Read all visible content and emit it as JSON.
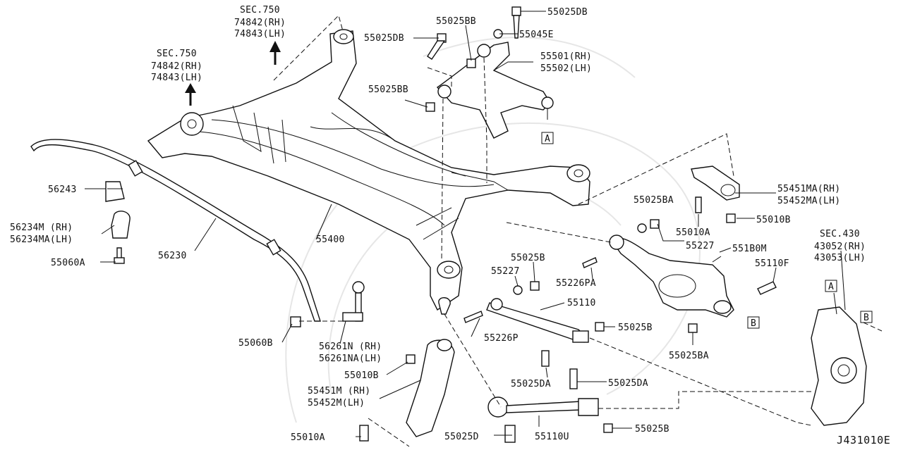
{
  "diagram": {
    "drawing_code": "J431010E",
    "callouts": [
      {
        "id": "sec750_upper",
        "lines": [
          "SEC.750",
          "74842(RH)",
          "74843(LH)"
        ]
      },
      {
        "id": "sec750_left",
        "lines": [
          "SEC.750",
          "74842(RH)",
          "74843(LH)"
        ]
      },
      {
        "id": "sec430",
        "lines": [
          "SEC.430",
          "43052(RH)",
          "43053(LH)"
        ]
      }
    ],
    "parts": [
      {
        "id": "p55025DB_a",
        "label": "55025DB"
      },
      {
        "id": "p55025BB_a",
        "label": "55025BB"
      },
      {
        "id": "p55025DB_b",
        "label": "55025DB"
      },
      {
        "id": "p55045E",
        "label": "55045E"
      },
      {
        "id": "p55501",
        "label": "55501(RH)"
      },
      {
        "id": "p55502",
        "label": "55502(LH)"
      },
      {
        "id": "p55025BB_b",
        "label": "55025BB"
      },
      {
        "id": "p56243",
        "label": "56243"
      },
      {
        "id": "p56234M",
        "label": "56234M (RH)"
      },
      {
        "id": "p56234MA",
        "label": "56234MA(LH)"
      },
      {
        "id": "p55060A",
        "label": "55060A"
      },
      {
        "id": "p56230",
        "label": "56230"
      },
      {
        "id": "p55400",
        "label": "55400"
      },
      {
        "id": "p55451MA",
        "label": "55451MA(RH)"
      },
      {
        "id": "p55452MA",
        "label": "55452MA(LH)"
      },
      {
        "id": "p55025BA_a",
        "label": "55025BA"
      },
      {
        "id": "p55010A_a",
        "label": "55010A"
      },
      {
        "id": "p55010B_a",
        "label": "55010B"
      },
      {
        "id": "p55227_a",
        "label": "55227"
      },
      {
        "id": "p551B0M",
        "label": "551B0M"
      },
      {
        "id": "p55110F",
        "label": "55110F"
      },
      {
        "id": "p55025B_a",
        "label": "55025B"
      },
      {
        "id": "p55227_b",
        "label": "55227"
      },
      {
        "id": "p55226PA",
        "label": "55226PA"
      },
      {
        "id": "p55110",
        "label": "55110"
      },
      {
        "id": "p55226P",
        "label": "55226P"
      },
      {
        "id": "p55025B_b",
        "label": "55025B"
      },
      {
        "id": "p55025BA_b",
        "label": "55025BA"
      },
      {
        "id": "p55060B",
        "label": "55060B"
      },
      {
        "id": "p56261N",
        "label": "56261N (RH)"
      },
      {
        "id": "p56261NA",
        "label": "56261NA(LH)"
      },
      {
        "id": "p55010B_b",
        "label": "55010B"
      },
      {
        "id": "p55451M",
        "label": "55451M (RH)"
      },
      {
        "id": "p55452M",
        "label": "55452M(LH)"
      },
      {
        "id": "p55025DA_a",
        "label": "55025DA"
      },
      {
        "id": "p55025DA_b",
        "label": "55025DA"
      },
      {
        "id": "p55010A_b",
        "label": "55010A"
      },
      {
        "id": "p55025D",
        "label": "55025D"
      },
      {
        "id": "p55110U",
        "label": "55110U"
      },
      {
        "id": "p55025B_c",
        "label": "55025B"
      }
    ],
    "ref_markers": {
      "a": "A",
      "b": "B"
    }
  }
}
